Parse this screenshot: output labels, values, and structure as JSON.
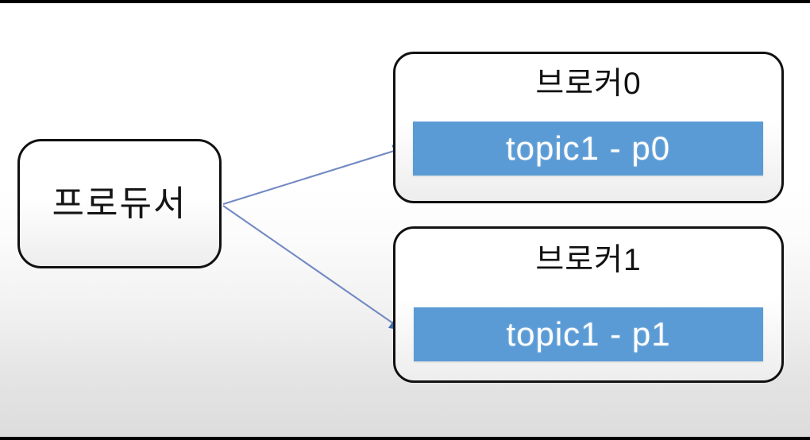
{
  "slide": {
    "background_top_color": "#ffffff",
    "background_bottom_color": "#dcdcdc",
    "edge_strip_color": "#000000"
  },
  "palette": {
    "partition_blue": "#5b9bd5",
    "arrow_blue": "#4472a8",
    "box_border": "#111111",
    "text_dark": "#111111",
    "text_light": "#ffffff"
  },
  "producer": {
    "label": "프로듀서"
  },
  "brokers": [
    {
      "title": "브로커0",
      "partition": "topic1 - p0"
    },
    {
      "title": "브로커1",
      "partition": "topic1 - p1"
    }
  ],
  "arrows": [
    {
      "name": "producer-to-broker0",
      "from": "producer",
      "to": "broker0-partition",
      "color": "#4472a8"
    },
    {
      "name": "producer-to-broker1",
      "from": "producer",
      "to": "broker1-partition",
      "color": "#4472a8"
    }
  ]
}
